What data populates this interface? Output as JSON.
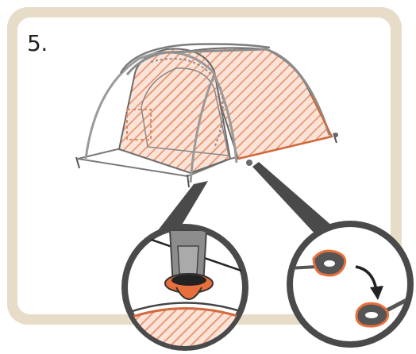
{
  "step": {
    "label": "5."
  },
  "colors": {
    "frame": "#e6dcc8",
    "panel": "#ffffff",
    "accent": "#e86f3c",
    "tent_fill": "#f6c3ad",
    "outline": "#555555",
    "pole": "#8a8a8a",
    "callout_ring": "#4a4a4a"
  },
  "illustration": {
    "subject": "tent",
    "callouts": [
      "pole-clip-detail",
      "hook-attach-detail"
    ],
    "arrow_icon": "curved-arrow-icon"
  }
}
